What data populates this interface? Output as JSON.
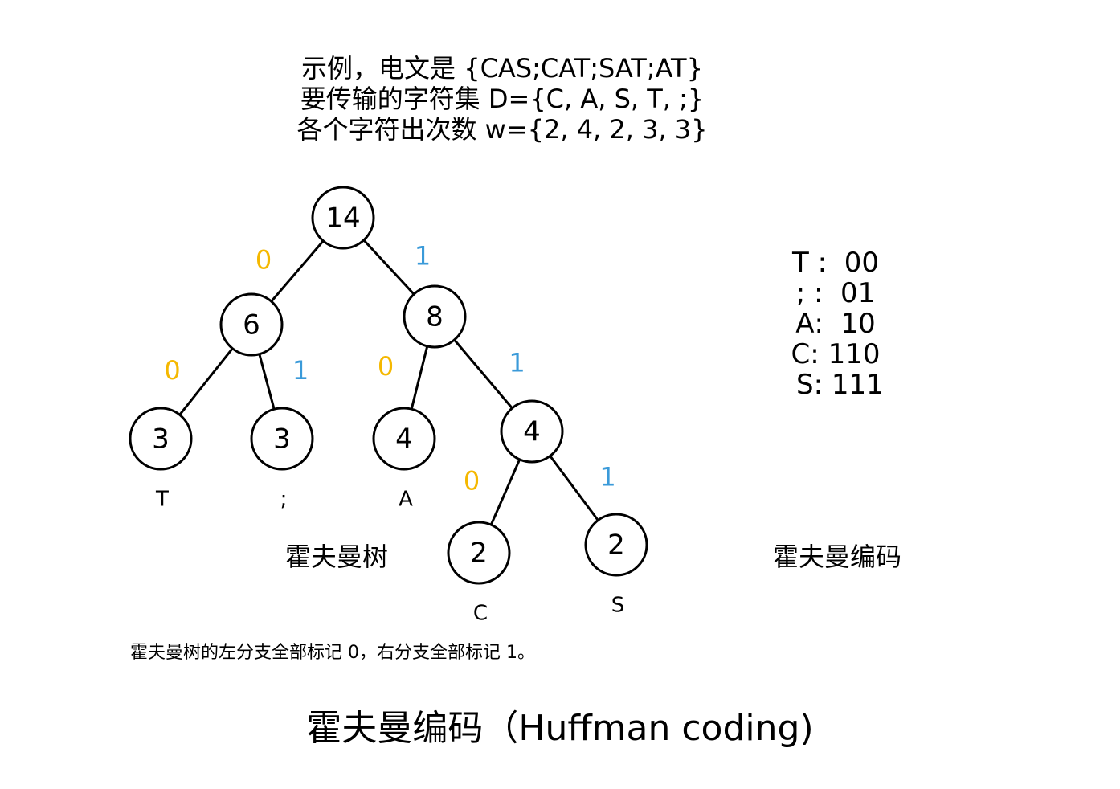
{
  "header": {
    "line1": "示例，电文是 {CAS;CAT;SAT;AT}",
    "line2": "要传输的字符集 D={C, A, S, T, ;}",
    "line3": "各个字符出次数 w={2, 4, 2, 3, 3}"
  },
  "colors": {
    "zero_edge": "#f5b800",
    "one_edge": "#3a9ad9",
    "stroke": "#000000"
  },
  "tree": {
    "nodes": [
      {
        "id": "n14",
        "weight": "14",
        "char": ""
      },
      {
        "id": "n6",
        "weight": "6",
        "char": ""
      },
      {
        "id": "n8",
        "weight": "8",
        "char": ""
      },
      {
        "id": "nT",
        "weight": "3",
        "char": "T"
      },
      {
        "id": "nSemi",
        "weight": "3",
        "char": ";"
      },
      {
        "id": "nA",
        "weight": "4",
        "char": "A"
      },
      {
        "id": "n4i",
        "weight": "4",
        "char": ""
      },
      {
        "id": "nC",
        "weight": "2",
        "char": "C"
      },
      {
        "id": "nS",
        "weight": "2",
        "char": "S"
      }
    ],
    "edges": [
      {
        "from": "n14",
        "to": "n6",
        "bit": "0"
      },
      {
        "from": "n14",
        "to": "n8",
        "bit": "1"
      },
      {
        "from": "n6",
        "to": "nT",
        "bit": "0"
      },
      {
        "from": "n6",
        "to": "nSemi",
        "bit": "1"
      },
      {
        "from": "n8",
        "to": "nA",
        "bit": "0"
      },
      {
        "from": "n8",
        "to": "n4i",
        "bit": "1"
      },
      {
        "from": "n4i",
        "to": "nC",
        "bit": "0"
      },
      {
        "from": "n4i",
        "to": "nS",
        "bit": "1"
      }
    ]
  },
  "codes": [
    {
      "char": "T",
      "sep": " :",
      "code": "00"
    },
    {
      "char": ";",
      "sep": " :",
      "code": "01"
    },
    {
      "char": "A",
      "sep": ":",
      "code": "10"
    },
    {
      "char": "C",
      "sep": ":",
      "code": "110"
    },
    {
      "char": "S",
      "sep": ":",
      "code": "111"
    }
  ],
  "labels": {
    "tree_label": "霍夫曼树",
    "codes_label": "霍夫曼编码",
    "note": "霍夫曼树的左分支全部标记 0，右分支全部标记 1。",
    "title": "霍夫曼编码（Huffman coding)"
  }
}
